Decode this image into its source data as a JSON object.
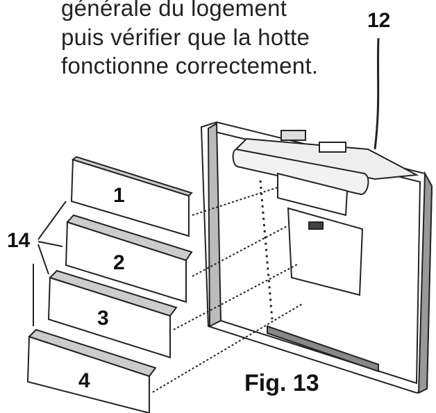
{
  "text_lines": [
    "générale du logement",
    "puis vérifier que la hotte",
    "fonctionne correctement."
  ],
  "labels": {
    "cable": "12",
    "filters": "14",
    "filter_1": "1",
    "filter_2": "2",
    "filter_3": "3",
    "filter_4": "4"
  },
  "figure_caption": "Fig. 13"
}
